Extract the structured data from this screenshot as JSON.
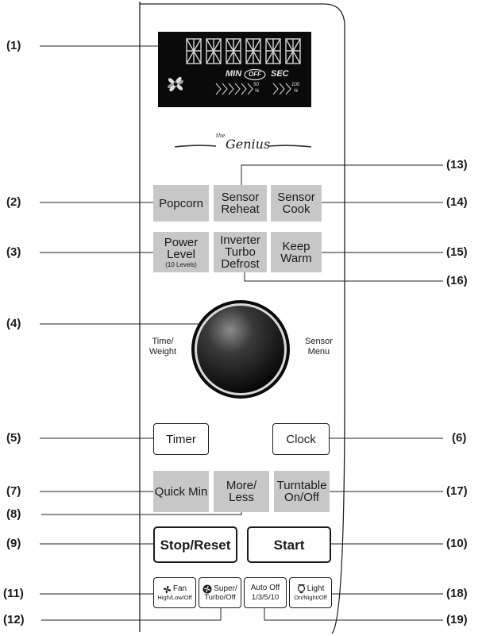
{
  "display": {
    "min_label": "MIN",
    "off_label": "OFF",
    "sec_label": "SEC",
    "pct_low": "50",
    "pct_high": "100",
    "pct_unit": "%"
  },
  "logo": {
    "small": "the",
    "main": "Genius"
  },
  "buttons": {
    "popcorn": "Popcorn",
    "sensor_reheat": [
      "Sensor",
      "Reheat"
    ],
    "sensor_cook": [
      "Sensor",
      "Cook"
    ],
    "power_level": [
      "Power",
      "Level"
    ],
    "power_level_sub": "(10 Levels)",
    "inverter_turbo_defrost": [
      "Inverter",
      "Turbo",
      "Defrost"
    ],
    "keep_warm": [
      "Keep",
      "Warm"
    ],
    "timer": "Timer",
    "clock": "Clock",
    "quick_min": "Quick Min",
    "more_less": [
      "More/",
      "Less"
    ],
    "turntable": [
      "Turntable",
      "On/Off"
    ],
    "stop_reset": "Stop/Reset",
    "start": "Start",
    "fan": "Fan",
    "fan_sub": "High/Low/Off",
    "super_turbo": [
      "Super/",
      "Turbo/Off"
    ],
    "auto_off": "Auto Off",
    "auto_off_sub": "1/3/5/10",
    "light": "Light",
    "light_sub": "On/Night/Off"
  },
  "dial": {
    "left_label": [
      "Time/",
      "Weight"
    ],
    "right_label": [
      "Sensor",
      "Menu"
    ]
  },
  "callouts": [
    "(1)",
    "(2)",
    "(3)",
    "(4)",
    "(5)",
    "(6)",
    "(7)",
    "(8)",
    "(9)",
    "(10)",
    "(11)",
    "(12)",
    "(13)",
    "(14)",
    "(15)",
    "(16)",
    "(17)",
    "(18)",
    "(19)"
  ]
}
